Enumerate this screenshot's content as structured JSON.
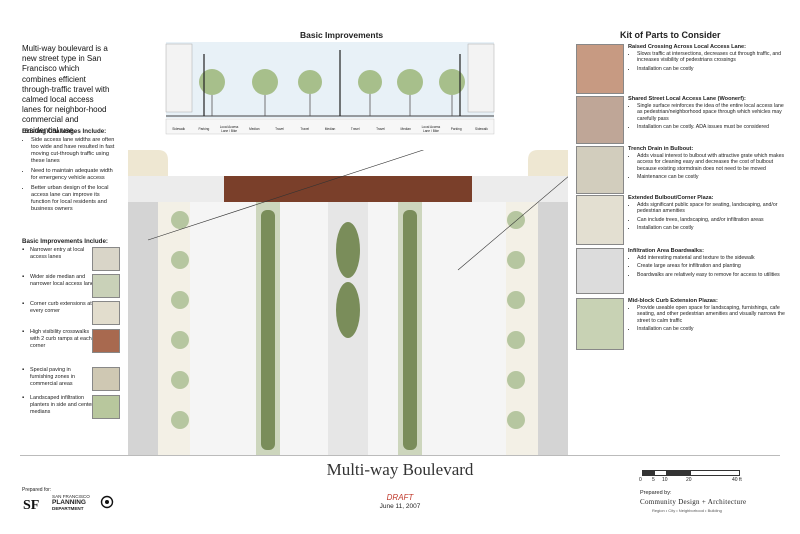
{
  "section": {
    "title": "Basic Improvements"
  },
  "kit_heading": "Kit of Parts to Consider",
  "intro": "Multi-way boulevard is a new street type in San Francisco which combines efficient through-traffic travel with calmed local access lanes for neighbor-hood commercial and residential use.",
  "challenges": {
    "heading": "Existing Challenges Include:",
    "items": [
      "Side access lane widths are often too wide and have resulted in fast moving cut-through traffic using these lanes",
      "Need to maintain adequate width for emergency vehicle access",
      "Better urban design of the local access lane can improve its function for local residents and business owners"
    ]
  },
  "improvements": {
    "heading": "Basic Improvements Include:",
    "items": [
      "Narrower entry at local access lanes",
      "Wider side median and narrower local access lane",
      "Corner curb extensions at every corner",
      "High visibility crosswalks with 2 curb ramps at each corner",
      "Special paving in furnishing zones in commercial areas",
      "Landscaped infiltration planters in side and center medians"
    ]
  },
  "section_labels": [
    "Sidewalk",
    "Parking",
    "Local Access Lane / Bike",
    "Median",
    "Travel",
    "Travel",
    "Median",
    "Travel",
    "Travel",
    "Median",
    "Local Access Lane / Bike",
    "Parking",
    "Sidewalk"
  ],
  "kits": [
    {
      "title": "Raised Crossing Across Local Access Lane:",
      "bullets": [
        "Slows traffic at intersections, decreases cut through traffic, and increases visibility of pedestrians crossings",
        "Installation can be costly"
      ]
    },
    {
      "title": "Shared Street Local Access Lane (Woonerf):",
      "bullets": [
        "Single surface reinforces the idea of the entire local access lane as pedestrian/neighborhood space through which vehicles may carefully pass",
        "Installation can be costly. ADA issues must be considered"
      ]
    },
    {
      "title": "Trench Drain in Bulbout:",
      "bullets": [
        "Adds visual interest to bulbout with attractive grate which makes access for cleaning easy and decreases the cost of bulbout because existing stormdrain does not need to be moved",
        "Maintenance can be costly"
      ]
    },
    {
      "title": "Extended Bulbout/Corner Plaza:",
      "bullets": [
        "Adds significant public space for seating, landscaping, and/or pedestrian amenities",
        "Can include trees, landscaping, and/or infiltration areas",
        "Installation can be costly"
      ]
    },
    {
      "title": "Infiltration Area Boardwalks:",
      "bullets": [
        "Add interesting material and texture to the sidewalk",
        "Create large areas for infiltration and planting",
        "Boardwalks are relatively easy to remove for access to utilities"
      ]
    },
    {
      "title": "Mid-block Curb Extension Plazas:",
      "bullets": [
        "Provide useable open space for landscaping, furnishings, cafe seating, and other pedestrian amenities and visually narrows the street to calm traffic",
        "Installation can be costly"
      ]
    }
  ],
  "footer": {
    "title": "Multi-way Boulevard",
    "draft": "DRAFT",
    "date": "June 11, 2007",
    "prepared_for": "Prepared for:",
    "sf_line1": "SAN FRANCISCO",
    "sf_line2": "PLANNING",
    "sf_line3": "DEPARTMENT",
    "prepared_by": "Prepared by:",
    "firm": "Community Design + Architecture",
    "firm_tag": "Region  •  City  •  Neighborhood  •  Building",
    "scale": [
      "0",
      "5",
      "10",
      "20",
      "40 ft"
    ]
  },
  "colors": {
    "paving": "#7a3f2a",
    "plan_bg": "#dedede",
    "lane": "#e9e9e9",
    "median": "#7a8d5a",
    "tree": "#9fb383",
    "walk": "#eee7d2"
  }
}
